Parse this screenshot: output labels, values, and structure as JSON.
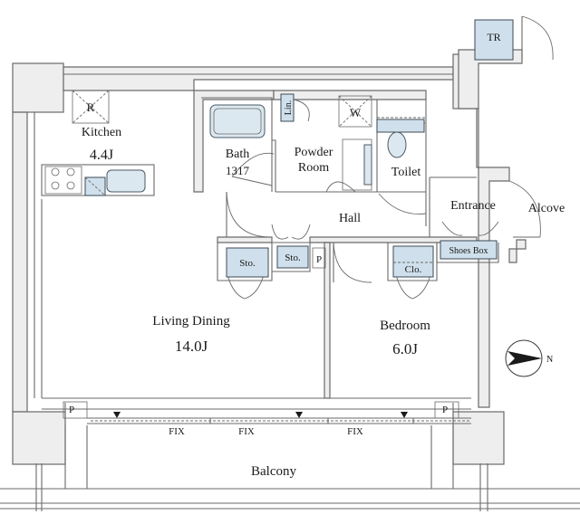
{
  "rooms": {
    "kitchen": {
      "name": "Kitchen",
      "size": "4.4J"
    },
    "living": {
      "name": "Living Dining",
      "size": "14.0J"
    },
    "bedroom": {
      "name": "Bedroom",
      "size": "6.0J"
    },
    "bath": {
      "name": "Bath",
      "size": "1317"
    },
    "powder": {
      "line1": "Powder",
      "line2": "Room"
    },
    "toilet": "Toilet",
    "hall": "Hall",
    "entrance": "Entrance",
    "alcove": "Alcove",
    "balcony": "Balcony"
  },
  "fixtures": {
    "refrigerator": "R",
    "washer": "W",
    "linen": "Lin.",
    "storage_left": "Sto.",
    "storage_mid": "Sto.",
    "pipe_hall": "P",
    "pipe_left": "P",
    "pipe_right": "P",
    "closet": "Clo.",
    "shoes_box": "Shoes Box",
    "trunk_room": "TR"
  },
  "windows": [
    "FIX",
    "FIX",
    "FIX"
  ],
  "compass": {
    "label": "N"
  }
}
